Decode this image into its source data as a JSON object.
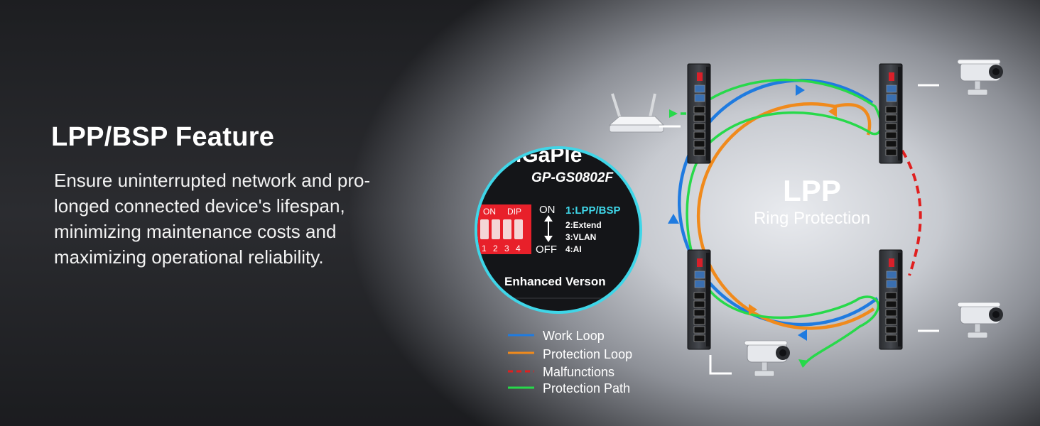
{
  "headline": "LPP/BSP Feature",
  "description_lines": [
    "Ensure uninterrupted network and pro-",
    "longed connected device's lifespan,",
    "minimizing maintenance costs and",
    "maximizing operational reliability."
  ],
  "zoom_panel": {
    "brand_partial": "iGaPle",
    "model": "GP-GS0802F",
    "dip_on_label": "ON",
    "dip_dip_label": "DIP",
    "dip_numbers": [
      "1",
      "2",
      "3",
      "4"
    ],
    "on_label": "ON",
    "off_label": "OFF",
    "modes": [
      "1:LPP/BSP",
      "2:Extend",
      "3:VLAN",
      "4:AI"
    ],
    "enhanced": "Enhanced Verson"
  },
  "ring": {
    "title": "LPP",
    "subtitle": "Ring Protection"
  },
  "legend": [
    {
      "label": "Work Loop",
      "color": "#1f7be0",
      "dashed": false
    },
    {
      "label": "Protection Loop",
      "color": "#f08a1c",
      "dashed": false
    },
    {
      "label": "Malfunctions",
      "color": "#e01f1f",
      "dashed": true
    },
    {
      "label": "Protection Path",
      "color": "#27d94a",
      "dashed": false
    }
  ],
  "colors": {
    "work": "#1f7be0",
    "protection": "#f08a1c",
    "malfunction": "#e01f1f",
    "path": "#27d94a",
    "accent_cyan": "#3fd6e8",
    "dip_red": "#e8202a"
  },
  "icons": [
    "router-icon",
    "switch-icon",
    "camera-icon",
    "arrow-icon"
  ]
}
